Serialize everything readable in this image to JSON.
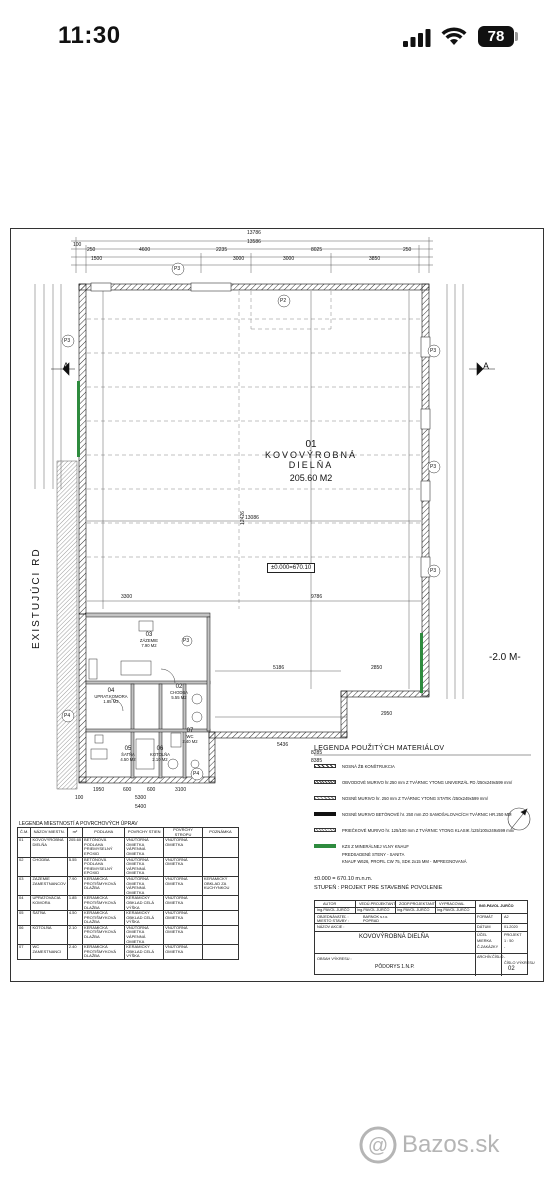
{
  "status": {
    "time": "11:30",
    "battery": "78"
  },
  "drawing": {
    "room": {
      "number": "01",
      "name": "KOVOVÝROBNÁ",
      "name2": "DIELŇA",
      "area": "205.60 M2"
    },
    "level": "±0.000=670.10",
    "road": "EXISTUJÚCI RD",
    "grade": "-2.0 M-",
    "section": "A",
    "tags": [
      "P3",
      "P2",
      "P3",
      "P3",
      "P3",
      "P3",
      "P3",
      "P4",
      "P4"
    ],
    "dims_top": [
      "13786",
      "13586",
      "250",
      "4600",
      "2235",
      "8025",
      "250",
      "1500",
      "3000",
      "3000",
      "3850",
      "100"
    ],
    "dims_inner": [
      "13086",
      "12426",
      "3300",
      "9786",
      "5186",
      "2850",
      "2950",
      "5436",
      "8285",
      "8385"
    ],
    "dims_bottom": [
      "1950",
      "600",
      "600",
      "3100",
      "5300",
      "5400",
      "100"
    ],
    "small_rooms": [
      {
        "number": "03",
        "name": "ZÁZEMIE",
        "area": "7.90 M2"
      },
      {
        "number": "02",
        "name": "CHODBA",
        "area": "5.55 M2"
      },
      {
        "number": "04",
        "name": "UPRAT.KOMORA",
        "area": "1.85 M2"
      },
      {
        "number": "05",
        "name": "ŠATŇA",
        "area": "4.50 M2"
      },
      {
        "number": "06",
        "name": "KOTOLŇA",
        "area": "2.10 M2"
      },
      {
        "number": "07",
        "name": "WC",
        "area": "2.40 M2"
      }
    ]
  },
  "legend": {
    "title": "LEGENDA POUŽITÝCH MATERIÁLOV",
    "items": [
      {
        "text": "NOSNÁ ŽB KONŠTRUKCIA",
        "swatch": "#777777"
      },
      {
        "text": "OBVODOVÉ MURIVO hr.250 mm Z TVÁRNIC YTONG UNIVERZÁL PD /250x249x599 mm/",
        "swatch": "#9a9a9a"
      },
      {
        "text": "NOSNÉ MURIVO hr. 250 mm Z TVÁRNIC YTONG STATIK /250x249x599 mm/",
        "swatch": "#c4c4c4"
      },
      {
        "text": "NOSNÉ MURIVO BETÓNOVÉ hr. 250 mm ZO SAMOŠALOVACÍCH TVÁRNIC HR.250 MM",
        "swatch": "#111111"
      },
      {
        "text": "PRIEČKOVÉ MURIVO hr. 125/100 mm Z TVÁRNIC YTONG KLASIK /125/100x249x599 mm/",
        "swatch": "#bcbcbc"
      },
      {
        "text": "KZS Z MINERÁLNEJ VLNY KNAUF",
        "swatch": "#2e8b3e"
      },
      {
        "text": "PREDSADENÉ STENY - SANITA",
        "swatch": ""
      },
      {
        "text": "KNAUF W626, PROFIL CW 75, SDK 2x15 MM - IMPREGNOVANÁ",
        "swatch": ""
      }
    ],
    "elevation": "±0.000 = 670.10 m.n.m.",
    "stage": "STUPEŇ : PROJEKT PRE STAVEBNÉ POVOLENIE"
  },
  "room_table": {
    "title": "LEGENDA MIESTNOSTÍ A POVRCHOVÝCH ÚPRAV",
    "headers": [
      "Č.M.",
      "NÁZOV MIESTN.",
      "m²",
      "PODLAHA",
      "POVRCHY STIEN",
      "POVRCHY STROPU",
      "POZNÁMKA"
    ],
    "rows": [
      {
        "no": "01",
        "name": "KOVOVÝROBNÁ DIELŇA",
        "area": "205.60",
        "floor": "BETÓNOVÁ PODLAHA PRIEMYSELNÝ EPOXID",
        "walls": "VNÚTORNÁ OMIETKA VÁPENNÁ OMIETKA",
        "ceiling": "VNÚTORNÁ OMIETKA",
        "note": ""
      },
      {
        "no": "02",
        "name": "CHODBA",
        "area": "5.55",
        "floor": "BETÓNOVÁ PODLAHA PRIEMYSELNÝ EPOXID",
        "walls": "VNÚTORNÁ OMIETKA VÁPENNÁ OMIETKA",
        "ceiling": "VNÚTORNÁ OMIETKA",
        "note": ""
      },
      {
        "no": "03",
        "name": "ZÁZEMIE ZAMESTNANCOV",
        "area": "7.90",
        "floor": "KERAMICKÁ PROTIŠMYKOVÁ DLAŽBA",
        "walls": "VNÚTORNÁ OMIETKA VÁPENNÁ OMIETKA",
        "ceiling": "VNÚTORNÁ OMIETKA",
        "note": "KERAMICKÝ OBKLAD ZA KUCHYNKOU"
      },
      {
        "no": "04",
        "name": "UPRATOVACIA KOMORA",
        "area": "1.85",
        "floor": "KERAMICKÁ PROTIŠMYKOVÁ DLAŽBA",
        "walls": "KERAMICKÝ OBKLAD CELÁ VÝŠKA",
        "ceiling": "VNÚTORNÁ OMIETKA",
        "note": ""
      },
      {
        "no": "05",
        "name": "ŠATŇA",
        "area": "4.50",
        "floor": "KERAMICKÁ PROTIŠMYKOVÁ DLAŽBA",
        "walls": "KERAMICKÝ OBKLAD CELÁ VÝŠKA",
        "ceiling": "VNÚTORNÁ OMIETKA",
        "note": ""
      },
      {
        "no": "06",
        "name": "KOTOLŇA",
        "area": "2.10",
        "floor": "KERAMICKÁ PROTIŠMYKOVÁ DLAŽBA",
        "walls": "VNÚTORNÁ OMIETKA VÁPENNÁ OMIETKA",
        "ceiling": "VNÚTORNÁ OMIETKA",
        "note": ""
      },
      {
        "no": "07",
        "name": "WC ZAMESTNANCI",
        "area": "2.40",
        "floor": "KERAMICKÁ PROTIŠMYKOVÁ DLAŽBA",
        "walls": "KERAMICKÝ OBKLAD CELÁ VÝŠKA",
        "ceiling": "VNÚTORNÁ OMIETKA",
        "note": ""
      }
    ]
  },
  "title_block": {
    "roles": [
      "AUTOR",
      "VEDÚ.PROJEKTANT",
      "ZODP.PROJEKTANT",
      "VYPRACOVAL"
    ],
    "names": [
      "Ing.PAVOL JURČO",
      "Ing.PAVOL JURČO",
      "Ing.PAVOL JURČO",
      "Ing.PAVOL JURČO"
    ],
    "company": "ING.PAVOL JURČO",
    "investor_label": "OBJEDNÁVATEĽ :",
    "investor": "BARNOK s.r.o.",
    "place_label": "MIESTO STAVBY :",
    "place": "POPRAD",
    "project_label": "NÁZOV AKCIE :",
    "project": "KOVOVÝROBNÁ DIELŇA",
    "content_label": "OBSAH VÝKRESU :",
    "content": "PÔDORYS 1.N.P.",
    "fields": [
      {
        "label": "FORMÁT",
        "value": "A2"
      },
      {
        "label": "DÁTUM",
        "value": "01.2020"
      },
      {
        "label": "ÚČEL",
        "value": "PROJEKT"
      },
      {
        "label": "MIERKA",
        "value": "1 : 50"
      },
      {
        "label": "Č.ZAKÁZKY",
        "value": "-"
      },
      {
        "label": "ARCHÍV.ČÍSLO",
        "value": "-"
      }
    ],
    "sheet_label": "ČÍSLO VÝKRESU",
    "sheet_no": "02"
  },
  "watermark": "Bazos.sk"
}
